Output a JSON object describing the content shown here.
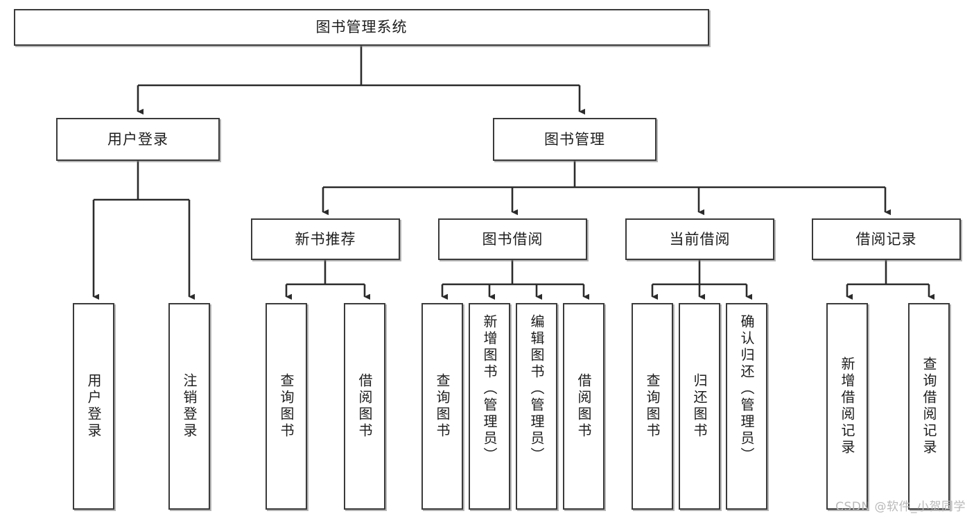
{
  "diagram": {
    "title": "图书管理系统",
    "type": "tree-hierarchy",
    "root": {
      "id": "root",
      "label": "图书管理系统",
      "level": 0
    },
    "level1": [
      {
        "id": "user-login",
        "label": "用户登录"
      },
      {
        "id": "book-management",
        "label": "图书管理"
      }
    ],
    "level2": [
      {
        "id": "new-book-recommend",
        "label": "新书推荐",
        "parent": "book-management"
      },
      {
        "id": "book-borrow",
        "label": "图书借阅",
        "parent": "book-management"
      },
      {
        "id": "current-borrow",
        "label": "当前借阅",
        "parent": "book-management"
      },
      {
        "id": "borrow-record",
        "label": "借阅记录",
        "parent": "book-management"
      }
    ],
    "leaves": {
      "user-login": [
        {
          "id": "leaf-user-login",
          "label": "用户登录"
        },
        {
          "id": "leaf-logout",
          "label": "注销登录"
        }
      ],
      "new-book-recommend": [
        {
          "id": "leaf-query-book-1",
          "label": "查询图书"
        },
        {
          "id": "leaf-borrow-book-1",
          "label": "借阅图书"
        }
      ],
      "book-borrow": [
        {
          "id": "leaf-query-book-2",
          "label": "查询图书"
        },
        {
          "id": "leaf-add-book",
          "label": "新增图书（管理员）"
        },
        {
          "id": "leaf-edit-book",
          "label": "编辑图书（管理员）"
        },
        {
          "id": "leaf-borrow-book-2",
          "label": "借阅图书"
        }
      ],
      "current-borrow": [
        {
          "id": "leaf-query-book-3",
          "label": "查询图书"
        },
        {
          "id": "leaf-return-book",
          "label": "归还图书"
        },
        {
          "id": "leaf-confirm-return",
          "label": "确认归还（管理员）"
        }
      ],
      "borrow-record": [
        {
          "id": "leaf-add-record",
          "label": "新增借阅记录"
        },
        {
          "id": "leaf-query-record",
          "label": "查询借阅记录"
        }
      ]
    },
    "colors": {
      "box_border": "#3a3a3a",
      "box_fill": "#ffffff",
      "connector": "#2b2b2b",
      "text": "#1d1d1d",
      "watermark": "#b9b9b9",
      "background": "#ffffff"
    }
  },
  "watermark": {
    "text": "CSDN @软件_小贺同学"
  }
}
